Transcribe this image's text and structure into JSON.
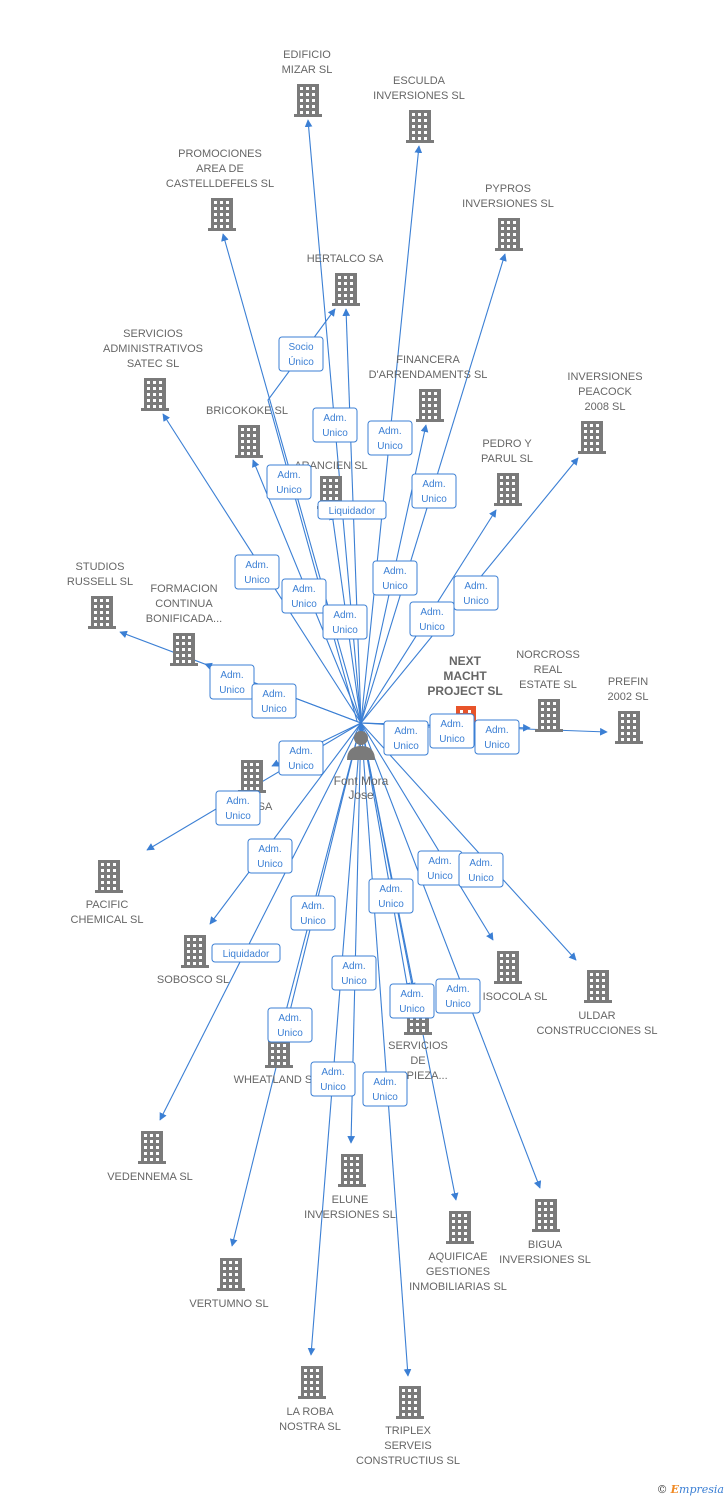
{
  "person": {
    "name_lines": [
      "Font Mora",
      "Jose"
    ]
  },
  "colors": {
    "edge": "#3b7fd4",
    "building": "#7a7a7a",
    "highlight": "#e8542a",
    "text": "#666666"
  },
  "nodes": [
    {
      "id": "edificio_mizar",
      "lines": [
        "EDIFICIO",
        "MIZAR SL"
      ]
    },
    {
      "id": "esculda",
      "lines": [
        "ESCULDA",
        "INVERSIONES SL"
      ]
    },
    {
      "id": "promociones",
      "lines": [
        "PROMOCIONES",
        "AREA DE",
        "CASTELLDEFELS SL"
      ]
    },
    {
      "id": "pypros",
      "lines": [
        "PYPROS",
        "INVERSIONES SL"
      ]
    },
    {
      "id": "hertalco",
      "lines": [
        "HERTALCO SA"
      ]
    },
    {
      "id": "servicios_admin",
      "lines": [
        "SERVICIOS",
        "ADMINISTRATIVOS",
        "SATEC SL"
      ]
    },
    {
      "id": "financera",
      "lines": [
        "FINANCERA",
        "D'ARRENDAMENTS SL"
      ]
    },
    {
      "id": "inversiones_peacock",
      "lines": [
        "INVERSIONES",
        "PEACOCK",
        "2008 SL"
      ]
    },
    {
      "id": "bricokoke",
      "lines": [
        "BRICOKOKE SL"
      ]
    },
    {
      "id": "arancien",
      "lines": [
        "ARANCIEN SL"
      ]
    },
    {
      "id": "pedro_parul",
      "lines": [
        "PEDRO Y",
        "PARUL SL"
      ]
    },
    {
      "id": "studios_russell",
      "lines": [
        "STUDIOS",
        "RUSSELL SL"
      ]
    },
    {
      "id": "formacion",
      "lines": [
        "FORMACION",
        "CONTINUA",
        "BONIFICADA..."
      ]
    },
    {
      "id": "next_macht",
      "lines": [
        "NEXT",
        "MACHT",
        "PROJECT  SL"
      ],
      "highlight": true
    },
    {
      "id": "norcross",
      "lines": [
        "NORCROSS",
        "REAL",
        "ESTATE SL"
      ]
    },
    {
      "id": "prefin",
      "lines": [
        "PREFIN",
        "2002 SL"
      ]
    },
    {
      "id": "sa_node",
      "lines": [
        "SA"
      ]
    },
    {
      "id": "pacific",
      "lines": [
        "PACIFIC",
        "CHEMICAL SL"
      ]
    },
    {
      "id": "sobosco",
      "lines": [
        "SOBOSCO SL"
      ]
    },
    {
      "id": "isocola",
      "lines": [
        "ISOCOLA SL"
      ]
    },
    {
      "id": "uldar",
      "lines": [
        "ULDAR",
        "CONSTRUCCIONES SL"
      ]
    },
    {
      "id": "servicios_limpieza",
      "lines": [
        "SERVICIOS",
        "DE",
        "LIMPIEZA..."
      ]
    },
    {
      "id": "wheatland",
      "lines": [
        "WHEATLAND SL"
      ]
    },
    {
      "id": "vedennema",
      "lines": [
        "VEDENNEMA SL"
      ]
    },
    {
      "id": "elune",
      "lines": [
        "ELUNE",
        "INVERSIONES SL"
      ]
    },
    {
      "id": "aquificae",
      "lines": [
        "AQUIFICAE",
        "GESTIONES",
        "INMOBILIARIAS SL"
      ]
    },
    {
      "id": "bigua",
      "lines": [
        "BIGUA",
        "INVERSIONES SL"
      ]
    },
    {
      "id": "vertumno",
      "lines": [
        "VERTUMNO SL"
      ]
    },
    {
      "id": "la_roba",
      "lines": [
        "LA ROBA",
        "NOSTRA SL"
      ]
    },
    {
      "id": "triplex",
      "lines": [
        "TRIPLEX",
        "SERVEIS",
        "CONSTRUCTIUS SL"
      ]
    }
  ],
  "edge_labels": {
    "socio_unico": [
      "Socio",
      "Único"
    ],
    "adm_unico": [
      "Adm.",
      "Unico"
    ],
    "liquidador": [
      "Liquidador"
    ]
  },
  "footer": {
    "copyright": "©",
    "brand_initial": "E",
    "brand_rest": "mpresia"
  }
}
